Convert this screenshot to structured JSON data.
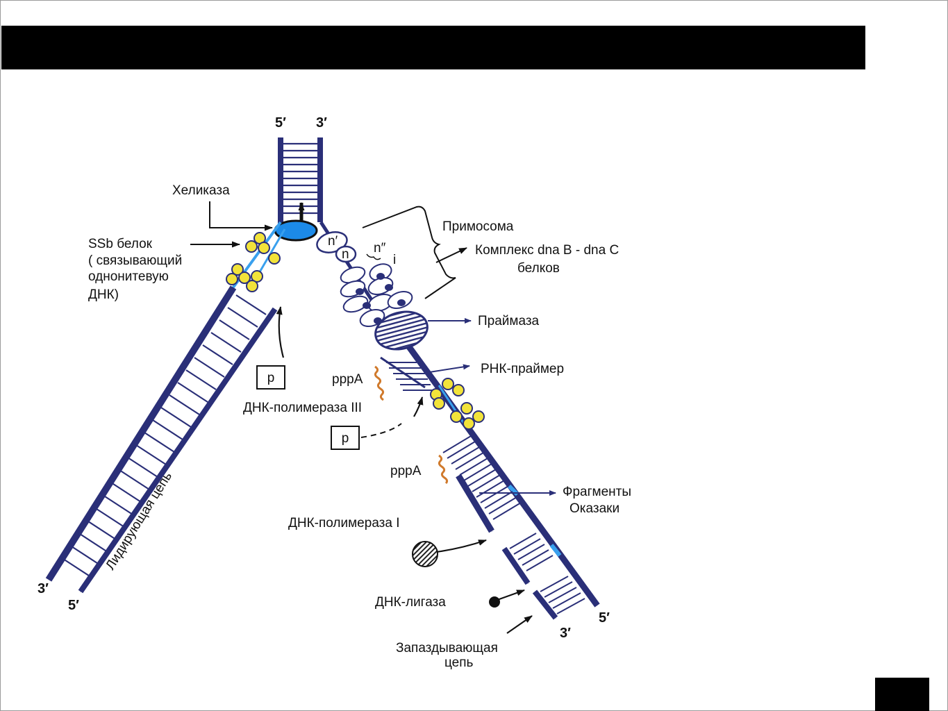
{
  "colors": {
    "strand": "#2a2f78",
    "ssb": "#f2e33a",
    "helicase": "#1c8ae8",
    "primer": "#d07a2c",
    "arrow": "#2a2f78"
  },
  "strand_ends": {
    "top_left": "5′",
    "top_right": "3′",
    "lead_outer": "3′",
    "lead_inner": "5′",
    "lag_outer": "5′",
    "lag_inner": "3′"
  },
  "labels": {
    "helicase": "Хеликаза",
    "ssb_1": "SSb  белок",
    "ssb_2": "( связывающий",
    "ssb_3": "однонитевую",
    "ssb_4": "ДНК)",
    "primosome": "Примосома",
    "complex_1": "Комплекс dna B - dna C",
    "complex_2": "белков",
    "primase": "Праймаза",
    "rna_primer": "РНК-праймер",
    "ppp_a_1": "pppA",
    "ppp_a_2": "pppA",
    "pol3": "ДНК-полимераза III",
    "pol1": "ДНК-полимераза I",
    "p_1": "p",
    "p_2": "p",
    "okazaki_1": "Фрагменты",
    "okazaki_2": "Оказаки",
    "ligase": "ДНК-лигаза",
    "lagging_1": "Запаздывающая",
    "lagging_2": "цепь",
    "leading": "Лидирующая цепь",
    "n_prime": "n′",
    "n": "n",
    "n_dprime": "n″",
    "i": "i"
  }
}
